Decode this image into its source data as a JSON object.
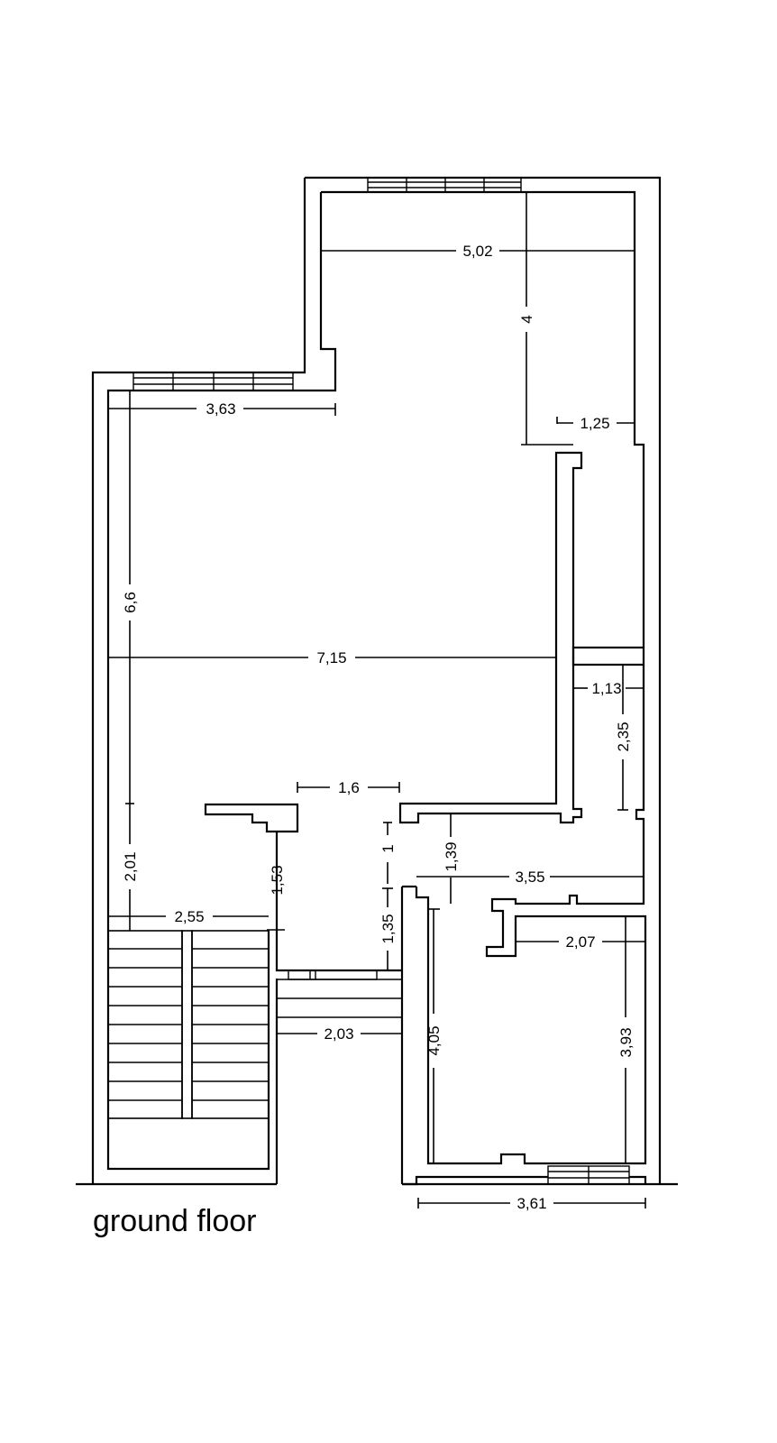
{
  "title": "ground floor",
  "dimensions": {
    "d_5_02": "5,02",
    "d_4": "4",
    "d_3_63": "3,63",
    "d_1_25": "1,25",
    "d_6_6": "6,6",
    "d_7_15": "7,15",
    "d_1_13": "1,13",
    "d_2_35": "2,35",
    "d_1_6": "1,6",
    "d_1": "1",
    "d_1_39": "1,39",
    "d_3_55": "3,55",
    "d_2_01": "2,01",
    "d_1_53": "1,53",
    "d_2_55": "2,55",
    "d_1_35": "1,35",
    "d_2_07": "2,07",
    "d_2_03": "2,03",
    "d_4_05": "4,05",
    "d_3_93": "3,93",
    "d_3_61": "3,61"
  }
}
